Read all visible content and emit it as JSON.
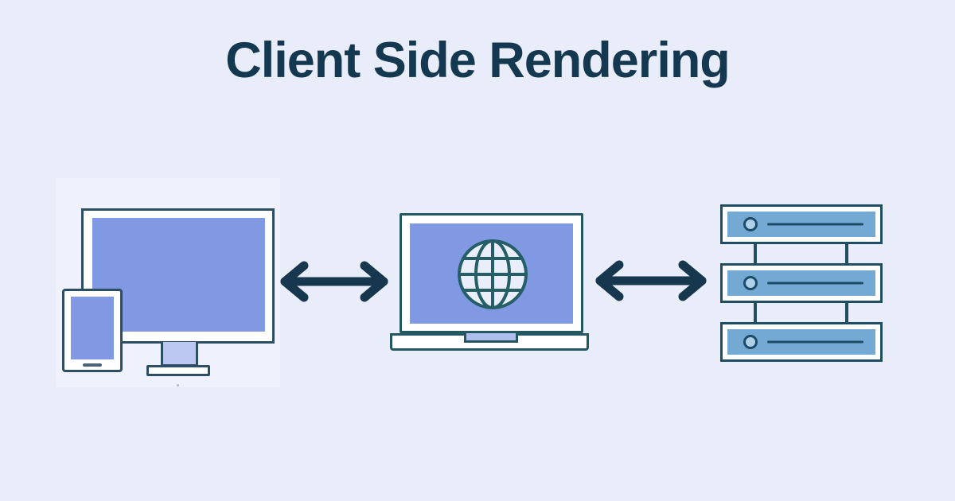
{
  "title": "Client Side Rendering",
  "colors": {
    "background": "#E9ECF9",
    "title-text": "#14384F",
    "screen-blue": "#8199E3",
    "outline-dark": "#2E4E63",
    "laptop-outline": "#255761",
    "globe-stroke": "#255E66",
    "globe-fill": "#EAEEFA",
    "arrow": "#16374D",
    "stand-blue": "#BCC8F0",
    "notch-blue": "#AEBDEC",
    "server-outline": "#204D62",
    "server-fill": "#74A9D3",
    "server-led-fill": "#AFD0E9",
    "server-line": "#1C4C66",
    "phone-bar": "#4A6378",
    "left-backdrop": "#F0F3FC"
  },
  "diagram": {
    "nodes": [
      {
        "id": "client-devices",
        "icon": "devices-icon",
        "depicts": "desktop monitor with smartphone"
      },
      {
        "id": "browser",
        "icon": "browser-globe-icon",
        "depicts": "laptop showing globe"
      },
      {
        "id": "server-stack",
        "icon": "server-stack-icon",
        "depicts": "stack of three server units"
      }
    ],
    "connectors": [
      {
        "from": "client-devices",
        "to": "browser",
        "type": "double-headed-arrow"
      },
      {
        "from": "browser",
        "to": "server-stack",
        "type": "double-headed-arrow"
      }
    ]
  }
}
